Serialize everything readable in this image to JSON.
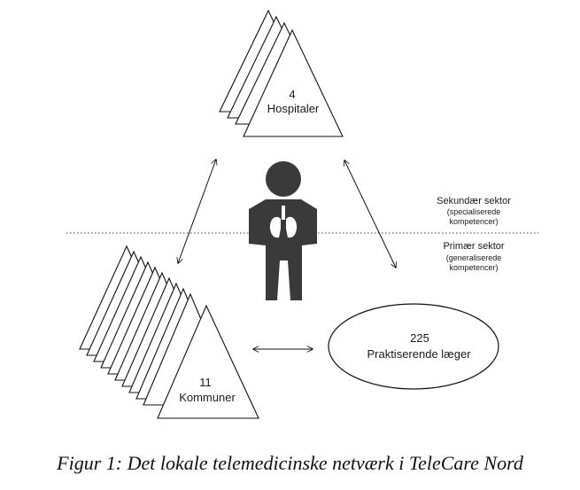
{
  "hospitals": {
    "count": "4",
    "label": "Hospitaler"
  },
  "municipalities": {
    "count": "11",
    "label": "Kommuner"
  },
  "gps": {
    "count": "225",
    "label": "Praktiserende læger"
  },
  "sectors": {
    "secondary": {
      "title": "Sekundær sektor",
      "line1": "(specialiserede",
      "line2": "kompetencer)"
    },
    "primary": {
      "title": "Primær sektor",
      "line1": "(generaliserede",
      "line2": "kompetencer)"
    }
  },
  "caption": "Figur 1: Det lokale telemedicinske netværk i TeleCare Nord",
  "colors": {
    "figure": "#3a3a3a",
    "lungs": "#ffffff",
    "stroke": "#111111"
  },
  "icons": {
    "person": "person-with-lungs-icon"
  }
}
